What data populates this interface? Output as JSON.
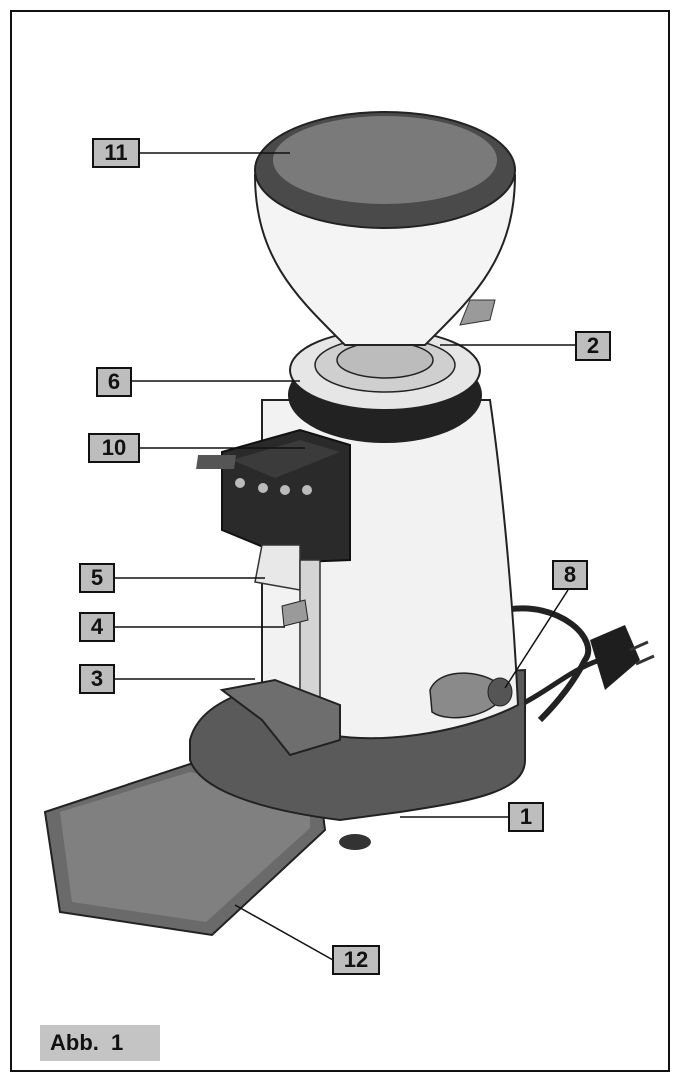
{
  "callouts": [
    {
      "id": "c11",
      "label": "11",
      "target": "bean-hopper-lid"
    },
    {
      "id": "c2",
      "label": "2",
      "target": "hopper-neck"
    },
    {
      "id": "c6",
      "label": "6",
      "target": "grind-adjustment-ring"
    },
    {
      "id": "c10",
      "label": "10",
      "target": "control-display"
    },
    {
      "id": "c5",
      "label": "5",
      "target": "dosing-spout"
    },
    {
      "id": "c4",
      "label": "4",
      "target": "portafilter-switch"
    },
    {
      "id": "c3",
      "label": "3",
      "target": "portafilter-fork"
    },
    {
      "id": "c8",
      "label": "8",
      "target": "main-switch"
    },
    {
      "id": "c1",
      "label": "1",
      "target": "base"
    },
    {
      "id": "c12",
      "label": "12",
      "target": "drip-tray"
    }
  ],
  "figure_label": "Abb. 1"
}
